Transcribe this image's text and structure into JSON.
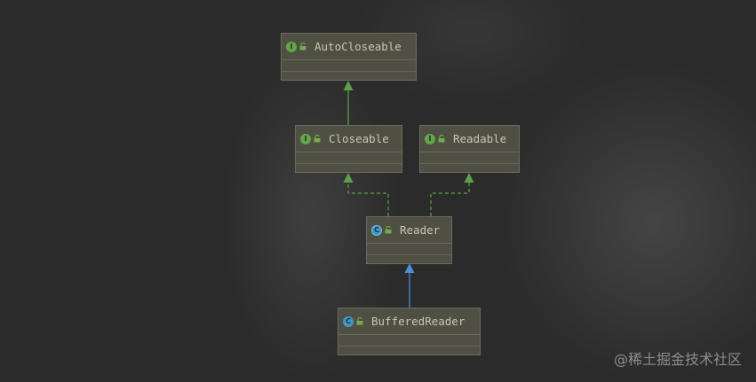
{
  "diagram": {
    "nodes": [
      {
        "id": "autocloseable",
        "name": "AutoCloseable",
        "kind": "interface",
        "badge": "I"
      },
      {
        "id": "closeable",
        "name": "Closeable",
        "kind": "interface",
        "badge": "I"
      },
      {
        "id": "readable",
        "name": "Readable",
        "kind": "interface",
        "badge": "I"
      },
      {
        "id": "reader",
        "name": "Reader",
        "kind": "abstract-class",
        "badge": "C"
      },
      {
        "id": "bufferedreader",
        "name": "BufferedReader",
        "kind": "class",
        "badge": "C"
      }
    ],
    "edges": [
      {
        "from": "Closeable",
        "to": "AutoCloseable",
        "type": "extends"
      },
      {
        "from": "Reader",
        "to": "Closeable",
        "type": "implements"
      },
      {
        "from": "Reader",
        "to": "Readable",
        "type": "implements"
      },
      {
        "from": "BufferedReader",
        "to": "Reader",
        "type": "extends"
      }
    ],
    "colors": {
      "interface_badge": "#62a64a",
      "class_badge": "#3f98c8",
      "extends_interface_arrow": "#5e9f4a",
      "implements_arrow": "#5e9f4a",
      "extends_class_arrow": "#4d8ed6",
      "node_fill": "#4f4f44",
      "background": "#2b2b2c"
    },
    "icons": {
      "interface": "interface-badge-icon",
      "class": "class-badge-icon",
      "visibility": "unlock-icon"
    }
  },
  "watermark": "@稀土掘金技术社区"
}
